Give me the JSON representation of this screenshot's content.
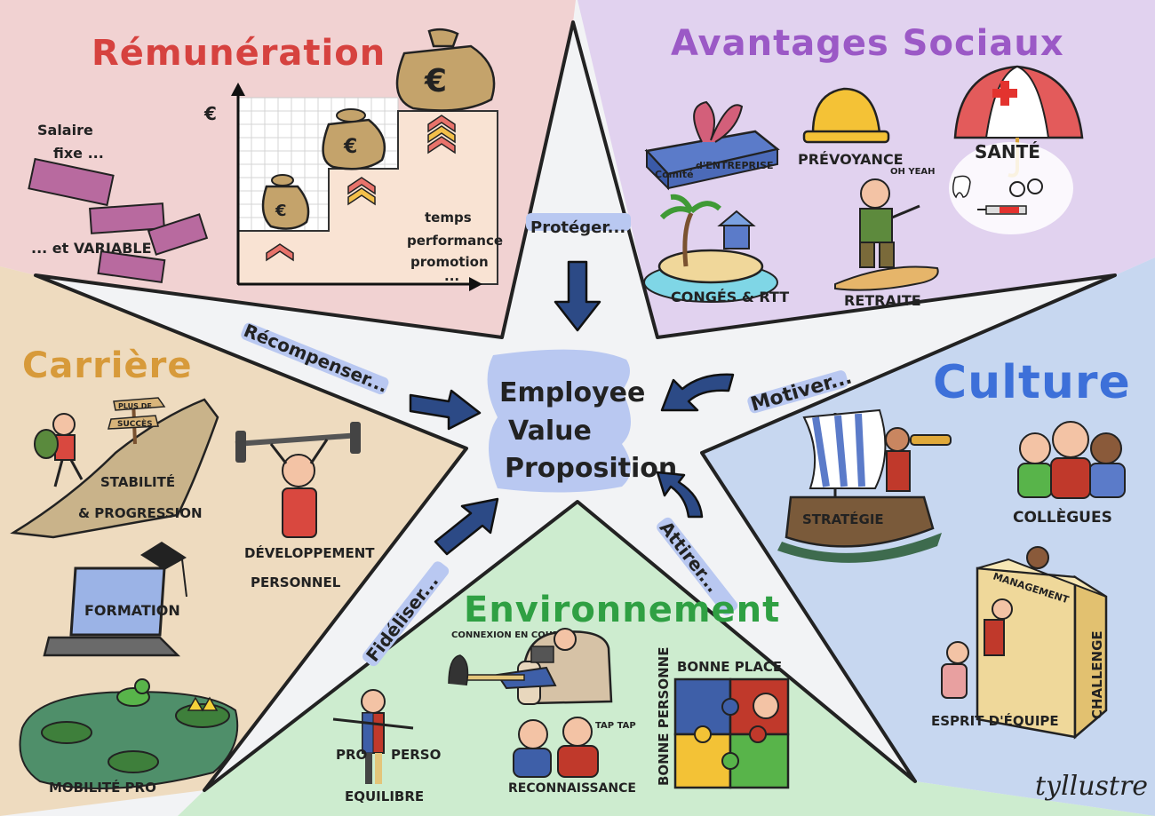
{
  "central": {
    "line1": "Employee",
    "line2": "Value",
    "line3": "Proposition"
  },
  "verbs": {
    "proteger": "Protéger...",
    "recompenser": "Récompenser...",
    "motiver": "Motiver...",
    "fideliser": "Fidéliser...",
    "attirer": "Attirer..."
  },
  "sections": {
    "remuneration": {
      "title": "Rémunération",
      "salaire": "Salaire",
      "fixe": "fixe ...",
      "variable": "... et VARIABLE",
      "euro_axis": "€",
      "euro_bag": "€",
      "axis_notes": [
        "temps",
        "performance",
        "promotion",
        "..."
      ]
    },
    "avantages": {
      "title": "Avantages Sociaux",
      "comite1": "Comité",
      "comite2": "d'ENTREPRISE",
      "prevoyance": "PRÉVOYANCE",
      "sante": "SANTÉ",
      "conges": "CONGÉS & RTT",
      "retraite": "RETRAITE",
      "oh_yeah": "OH YEAH"
    },
    "carriere": {
      "title": "Carrière",
      "sign1": "PLUS DE",
      "sign2": "SUCCÈS",
      "stabilite1": "STABILITÉ",
      "stabilite2": "& PROGRESSION",
      "developpement1": "DÉVELOPPEMENT",
      "developpement2": "PERSONNEL",
      "formation": "FORMATION",
      "mobilite": "MOBILITÉ PRO"
    },
    "culture": {
      "title": "Culture",
      "strategie": "STRATÉGIE",
      "collegues": "COLLÈGUES",
      "management": "MANAGEMENT",
      "challenge": "CHALLENGE",
      "esprit": "ESPRIT D'ÉQUIPE"
    },
    "environnement": {
      "title": "Environnement",
      "connexion": "CONNEXION EN COURS...",
      "bonne_place": "BONNE PLACE",
      "bonne_personne": "BONNE PERSONNE",
      "pro": "PRO",
      "perso": "PERSO",
      "equilibre": "EQUILIBRE",
      "tap": "TAP TAP",
      "reconnaissance": "RECONNAISSANCE"
    }
  },
  "signature": "tyllustre",
  "colors": {
    "remuneration_bg": "#f1d2d2",
    "avantages_bg": "#e1d2ef",
    "carriere_bg": "#eedbbf",
    "culture_bg": "#c7d7f0",
    "environnement_bg": "#cdeccf",
    "star_bg": "#f2f3f5",
    "arrow": "#2c4a86",
    "title_rem": "#d6423f",
    "title_avantages": "#9b59c6",
    "title_carriere": "#d79a3a",
    "title_culture": "#3d70d9",
    "title_env": "#2fa043",
    "highlight": "#b9c8f1"
  }
}
